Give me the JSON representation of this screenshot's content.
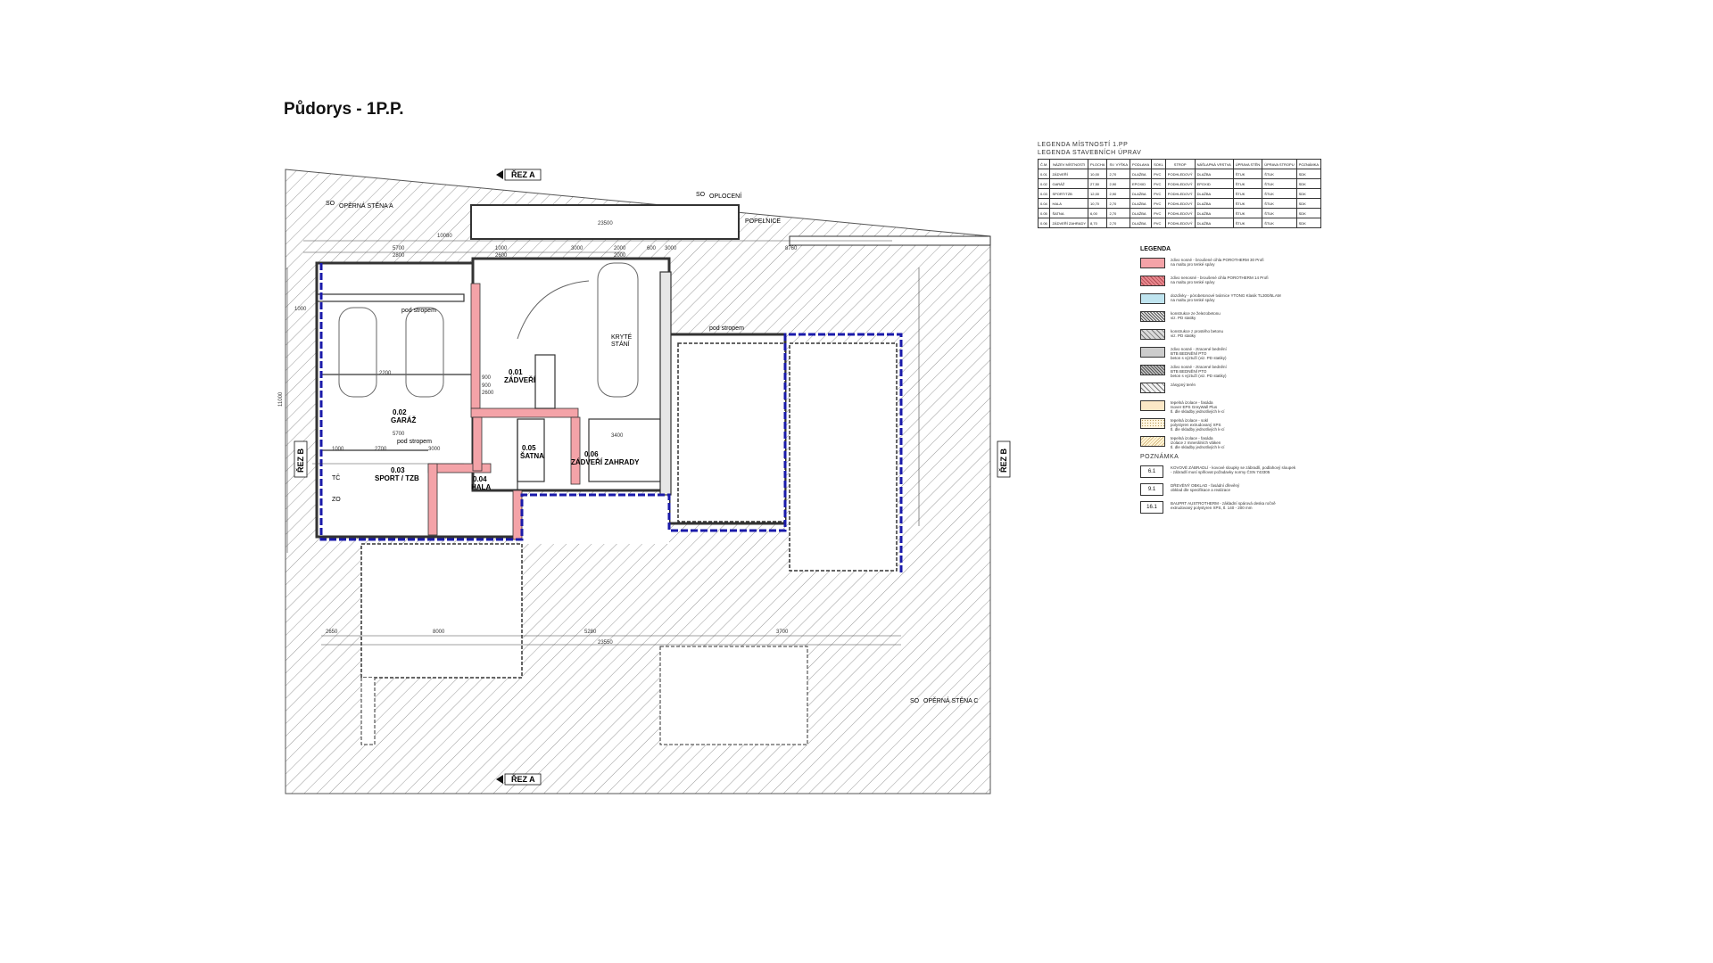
{
  "page": {
    "title": "Půdorys - 1P.P."
  },
  "sections": {
    "cut_a": "ŘEZ A",
    "cut_b": "ŘEZ B"
  },
  "labels": {
    "retaining_wall_a": "OPĚRNÁ STĚNA A",
    "retaining_wall_c": "OPĚRNÁ STĚNA C",
    "fence": "OPLOCENÍ",
    "bins": "POPELNICE",
    "covered_parking": "KRYTÉ\nSTÁNÍ",
    "under_ceiling_1": "pod stropem",
    "under_ceiling_2": "pod stropem",
    "under_ceiling_3": "pod stropem",
    "so_tag_1": "SO",
    "so_tag_2": "SO",
    "so_tag_3": "SO",
    "tc": "TČ",
    "zo": "ZO"
  },
  "rooms": [
    {
      "number": "0.01",
      "name": "ZÁDVEŘÍ"
    },
    {
      "number": "0.02",
      "name": "GARÁŽ"
    },
    {
      "number": "0.03",
      "name": "SPORT / TZB"
    },
    {
      "number": "0.04",
      "name": "HALA"
    },
    {
      "number": "0.05",
      "name": "ŠATNA"
    },
    {
      "number": "0.06",
      "name": "ZÁDVEŘÍ ZAHRADY"
    }
  ],
  "dimensions": {
    "d1": "10080",
    "d2": "5700",
    "d3": "2800",
    "d4": "1000",
    "d5": "3000",
    "d6": "2000",
    "d7": "600",
    "d8": "3000",
    "d9": "23500",
    "d10": "8760",
    "d11": "2000",
    "d12": "2600",
    "d13": "1000",
    "d14": "5700",
    "d15": "2700",
    "d16": "3000",
    "d17": "1000",
    "d18": "900",
    "d19": "2600",
    "d20": "8000",
    "d21": "5280",
    "d22": "3700",
    "d23": "23550",
    "d24": "2650",
    "d25": "11000",
    "d26": "3400",
    "d27": "2200",
    "d28": "900"
  },
  "legend_rooms": {
    "title1": "LEGENDA MÍSTNOSTÍ 1.PP",
    "title2": "LEGENDA STAVEBNÍCH ÚPRAV",
    "headers": [
      "Č.M.",
      "NÁZEV MÍSTNOSTI",
      "PLOCHA",
      "SV. VÝŠKA",
      "PODLAHA",
      "SOKL",
      "STROP",
      "NÁŠLAPNÁ VRSTVA",
      "ÚPRAVA STĚN",
      "ÚPRAVA STROPU",
      "POZNÁMKA"
    ],
    "rows": [
      [
        "0.01",
        "ZÁDVEŘÍ",
        "10,00",
        "2,70",
        "DLAŽBA",
        "PVC",
        "PODHLEDOVÝ",
        "DLAŽBA",
        "ŠTUK",
        "ŠTUK",
        "SDK"
      ],
      [
        "0.02",
        "GARÁŽ",
        "27,50",
        "2,90",
        "EPOXID",
        "PVC",
        "PODHLEDOVÝ",
        "EPOXID",
        "ŠTUK",
        "ŠTUK",
        "SDK"
      ],
      [
        "0.03",
        "SPORT/TZB",
        "12,00",
        "2,90",
        "DLAŽBA",
        "PVC",
        "PODHLEDOVÝ",
        "DLAŽBA",
        "ŠTUK",
        "ŠTUK",
        "SDK"
      ],
      [
        "0.04",
        "HALA",
        "10,70",
        "2,70",
        "DLAŽBA",
        "PVC",
        "PODHLEDOVÝ",
        "DLAŽBA",
        "ŠTUK",
        "ŠTUK",
        "SDK"
      ],
      [
        "0.05",
        "ŠATNA",
        "6,00",
        "2,70",
        "DLAŽBA",
        "PVC",
        "PODHLEDOVÝ",
        "DLAŽBA",
        "ŠTUK",
        "ŠTUK",
        "SDK"
      ],
      [
        "0.06",
        "ZÁDVEŘÍ ZAHRADY",
        "8,70",
        "2,70",
        "DLAŽBA",
        "PVC",
        "PODHLEDOVÝ",
        "DLAŽBA",
        "ŠTUK",
        "ŠTUK",
        "SDK"
      ]
    ]
  },
  "legend_materials": {
    "title": "LEGENDA",
    "items": [
      {
        "color": "#f4a3a8",
        "pattern": "solid",
        "text": "zdivo nosné - broušené cihla POROTHERM 30 Profi\nna maltu pro tenké spáry"
      },
      {
        "color": "#e8888e",
        "pattern": "cross",
        "text": "zdivo nenosné - broušené cihla POROTHERM 14 Profi\nna maltu pro tenké spáry"
      },
      {
        "color": "#bfe4ef",
        "pattern": "solid",
        "text": "dozdívky - pórobetonové tvárnice YTONG Klasik TL300/5LAM\nna maltu pro tenké spáry"
      },
      {
        "color": "#e6e6e6",
        "pattern": "hatch-dense",
        "text": "konstrukce ze železobetonu\nviz. PD statiky"
      },
      {
        "color": "#d9d9d9",
        "pattern": "hatch",
        "text": "konstrukce z prostého betonu\nviz. PD statiky"
      },
      {
        "color": "#cccccc",
        "pattern": "solid",
        "text": "zdivo nosné - ztracené bednění\nBTB BEDNĚNÍ PTO\nbeton s výztuží (viz. PD statiky)"
      },
      {
        "color": "#c4c4c4",
        "pattern": "hatch-dense",
        "text": "zdivo nosné - ztracené bednění\nBTB BEDNĚNÍ PTO\nbeton s výztuží (viz. PD statiky)"
      },
      {
        "color": "#f2f2f2",
        "pattern": "hatch",
        "text": "zásypný terén"
      },
      {
        "color": "#fbe7c6",
        "pattern": "solid",
        "text": "tepelná izolace - fasáda\nIsover EPS GreyWall Plus\ntl. dle skladby jednotlivých k-cí"
      },
      {
        "color": "#fff6e0",
        "pattern": "dots",
        "text": "tepelná izolace - sokl\npolystyren extrudovaný XPS\ntl. dle skladby jednotlivých k-cí"
      },
      {
        "color": "#fff4d6",
        "pattern": "wave",
        "text": "tepelná izolace - fasáda\nizolace z minerálních vláken\ntl. dle skladby jednotlivých k-cí"
      }
    ]
  },
  "notes": {
    "title": "POZNÁMKA",
    "items": [
      {
        "code": "6.1",
        "text": "KOVOVÉ ZÁBRADLÍ - kovové sloupky se zábradlí, podlahový sloupek\n- zábradlí musí splňovat požadavky normy ČSN 743305"
      },
      {
        "code": "9.1",
        "text": "DŘEVĚNÝ OBKLAD - fasádní dřevěný\nobklad dle specifikace a realizace"
      },
      {
        "code": "16.1",
        "text": "BAUPRT AUSTROTHERM - základní spárová deska ročně\nextrudovaný polystyren XPS, tl. 140 - 200 mm"
      }
    ]
  },
  "colors": {
    "wall_load": "#f4a3a8",
    "insulation_line": "#1a1aaa",
    "hatch": "#888888",
    "text": "#111111"
  }
}
